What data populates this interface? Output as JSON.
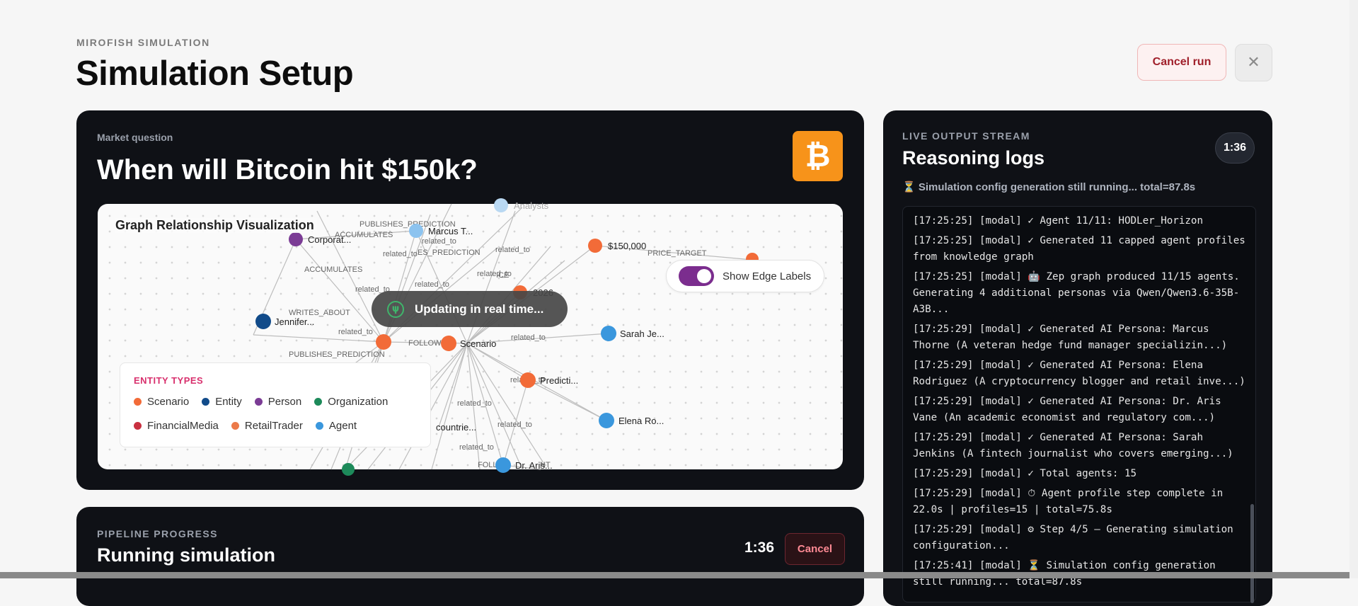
{
  "header": {
    "eyebrow": "MIROFISH SIMULATION",
    "title": "Simulation Setup",
    "cancel_run_label": "Cancel run",
    "close_icon": "close-icon"
  },
  "market": {
    "label": "Market question",
    "question": "When will Bitcoin hit $150k?",
    "badge_icon": "bitcoin-icon",
    "badge_glyph": "₿",
    "badge_color": "#f7931a"
  },
  "graph": {
    "title": "Graph Relationship Visualization",
    "toggle_label": "Show Edge Labels",
    "toggle_on": true,
    "updating_label": "Updating in real time...",
    "legend_title": "ENTITY TYPES",
    "legend": [
      {
        "label": "Scenario",
        "color": "#f26b38"
      },
      {
        "label": "Entity",
        "color": "#114b8a"
      },
      {
        "label": "Person",
        "color": "#7b3c95"
      },
      {
        "label": "Organization",
        "color": "#1d8a5a"
      },
      {
        "label": "FinancialMedia",
        "color": "#c93040"
      },
      {
        "label": "RetailTrader",
        "color": "#ec7a49"
      },
      {
        "label": "Agent",
        "color": "#3a97dd"
      }
    ],
    "node_labels": {
      "corporat": "Corporat...",
      "marcus": "Marcus T...",
      "analysts": "Analysts",
      "price150": "$150,000",
      "y2026": "2026",
      "jennifer": "Jennifer...",
      "scenario": "Scenario",
      "sarah": "Sarah Je...",
      "predicti": "Predicti...",
      "elena": "Elena Ro...",
      "countrie": "countrie...",
      "draris": "Dr. Aris..."
    },
    "edge_labels": {
      "publishes_prediction_top": "PUBLISHES_PREDICTION",
      "accumulates_1": "ACCUMULATES",
      "accumulates_2": "ACCUMULATES",
      "related_to_1": "related_to",
      "related_to_2": "related_to",
      "es_prediction": "ES_PREDICTION",
      "related_to_3": "related_to",
      "price_target": "PRICE_TARGET",
      "related_to_4": "related_to",
      "related_to_5": "related_to",
      "ice": "ICE",
      "related_to_6": "related_to",
      "writes_about": "WRITES_ABOUT",
      "related_to_7": "related_to",
      "follow_1": "FOLLOW",
      "related_to_8": "related_to",
      "publishes_prediction_2": "PUBLISHES_PREDICTION",
      "related_to_9": "related_to",
      "related_to_10": "related_to",
      "related_to_11": "related_to",
      "related_to_12": "related_to",
      "follow_2": "FOLL",
      "nt": "NT"
    }
  },
  "pipeline": {
    "label": "PIPELINE PROGRESS",
    "title": "Running simulation",
    "timer": "1:36",
    "cancel_label": "Cancel"
  },
  "logs": {
    "label": "LIVE OUTPUT STREAM",
    "title": "Reasoning logs",
    "timer": "1:36",
    "status": "⏳ Simulation config generation still running... total=87.8s",
    "lines": [
      "[17:25:25] [modal] ✓ Agent 11/11: HODLer_Horizon",
      "[17:25:25] [modal] ✓ Generated 11 capped agent profiles from knowledge graph",
      "[17:25:25] [modal] 🤖 Zep graph produced 11/15 agents. Generating 4 additional personas via Qwen/Qwen3.6-35B-A3B...",
      "[17:25:29] [modal] ✓ Generated AI Persona: Marcus Thorne (A veteran hedge fund manager specializin...)",
      "[17:25:29] [modal] ✓ Generated AI Persona: Elena Rodriguez (A cryptocurrency blogger and retail inve...)",
      "[17:25:29] [modal] ✓ Generated AI Persona: Dr. Aris Vane (An academic economist and regulatory com...)",
      "[17:25:29] [modal] ✓ Generated AI Persona: Sarah Jenkins (A fintech journalist who covers emerging...)",
      "[17:25:29] [modal] ✓ Total agents: 15",
      "[17:25:29] [modal] ⏱ Agent profile step complete in 22.0s | profiles=15 | total=75.8s",
      "[17:25:29] [modal] ⚙ Step 4/5 — Generating simulation configuration...",
      "[17:25:41] [modal] ⏳ Simulation config generation still running... total=87.8s"
    ]
  }
}
